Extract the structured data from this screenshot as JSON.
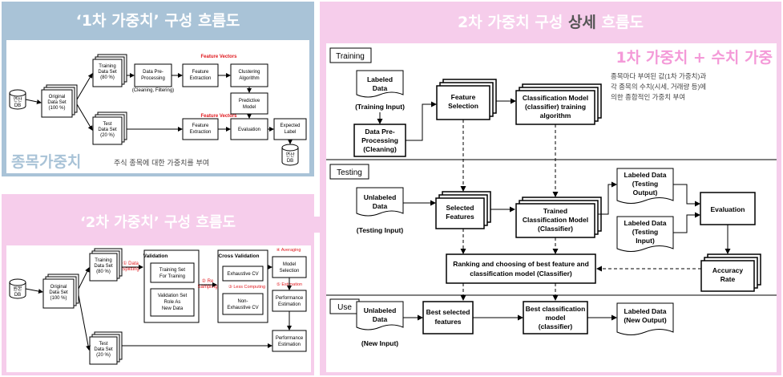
{
  "panels": {
    "flow1_title": "‘1차 가중치’ 구성 흐름도",
    "flow2_title": "‘2차 가중치’ 구성 흐름도",
    "detail_title_a": "2차 가중치 구성 ",
    "detail_title_b": "상세",
    "detail_title_c": " 흐름도"
  },
  "flow1": {
    "db": [
      "연산",
      "DB"
    ],
    "original": [
      "Original",
      "Data Set",
      "(100 %)"
    ],
    "training": [
      "Training",
      "Data Set",
      "(80 %)"
    ],
    "test": [
      "Test",
      "Data Set",
      "(20 %)"
    ],
    "preprocess": [
      "Data Pre-",
      "Processing"
    ],
    "cleaning_note": "(Cleaning,  Filtering)",
    "feature_extraction": [
      "Feature",
      "Extraction"
    ],
    "clustering": [
      "Clustering",
      "Algorithm"
    ],
    "predictive": [
      "Predictive",
      "Model"
    ],
    "feature_extraction2": [
      "Feature",
      "Extraction"
    ],
    "evaluation": "Evaluation",
    "expected": [
      "Expected",
      "Label"
    ],
    "db2": [
      "연산",
      "DB"
    ],
    "fv1": "Feature Vectors",
    "fv2": "Feature Vectors",
    "caption": "종목가중치",
    "caption_desc": "주식 종목에 대한 가중치를 부여"
  },
  "flow2": {
    "db": [
      "원본",
      "DB"
    ],
    "original": [
      "Original",
      "Data Set",
      "(100 %)"
    ],
    "training": [
      "Training",
      "Data Set",
      "(80 %)"
    ],
    "test": [
      "Test",
      "Data Set",
      "(20 %)"
    ],
    "validation_title": "Validation",
    "training_set": [
      "Training Set",
      "For Training"
    ],
    "validation_set": [
      "Validation Set",
      "Role As",
      "New Data"
    ],
    "cv_title": "Cross Validation",
    "exhaustive": "Exhaustive CV",
    "non_exhaustive": [
      "Non-",
      "Exhaustive CV"
    ],
    "model_selection": [
      "Model",
      "Selection"
    ],
    "perf1": [
      "Performance",
      "Estimation"
    ],
    "perf2": [
      "Performance",
      "Estimation"
    ],
    "step1": "① Data",
    "step1b": "Splitting",
    "step2": "② Re",
    "step2b": "Sampling",
    "step3": "③ Less Computing",
    "step4": "④ Averaging",
    "step5": "⑤ Estimation"
  },
  "detail": {
    "section_training": "Training",
    "section_testing": "Testing",
    "section_use": "Use",
    "pink_heading": "1차 가중치 + 수치 가중",
    "description": [
      "종목마다 부여된 값(1차 가중치)과",
      "각 종목의 수치(시세, 거래량 등)에",
      "의한 종합적인 가중치 부여"
    ],
    "labeled_data": [
      "Labeled",
      "Data"
    ],
    "training_input": "(Training Input)",
    "preprocessing": [
      "Data Pre-",
      "Processing",
      "(Cleaning)"
    ],
    "feature_selection": [
      "Feature",
      "Selection"
    ],
    "classification_training": [
      "Classification Model",
      "(classifier) training",
      "algorithm"
    ],
    "unlabeled_data": [
      "Unlabeled",
      "Data"
    ],
    "testing_input": "(Testing Input)",
    "selected_features": [
      "Selected",
      "Features"
    ],
    "trained_model": [
      "Trained",
      "Classification Model",
      "(Classifier)"
    ],
    "labeled_testing_output": [
      "Labeled Data",
      "(Testing",
      "Output)"
    ],
    "labeled_testing_input": [
      "Labeled Data",
      "(Testing",
      "Input)"
    ],
    "evaluation": "Evaluation",
    "ranking": [
      "Ranking and choosing of best feature and",
      "classification model (Classifier)"
    ],
    "accuracy": [
      "Accuracy",
      "Rate"
    ],
    "use_unlabeled": [
      "Unlabeled",
      "Data"
    ],
    "new_input": "(New Input)",
    "best_features": [
      "Best selected",
      "features"
    ],
    "best_model": [
      "Best classification",
      "model",
      "(classifier)"
    ],
    "new_output": [
      "Labeled Data",
      "(New Output)"
    ]
  },
  "colors": {
    "blue_panel": "#a9c3d7",
    "pink_panel": "#f6cdeb",
    "pink_heading": "#f49ad8",
    "red_note": "#e0191e"
  }
}
